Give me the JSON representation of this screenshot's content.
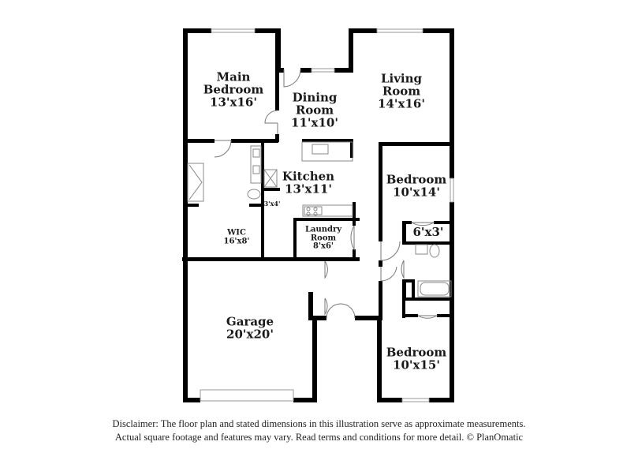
{
  "plan": {
    "rooms": [
      {
        "id": "main-bedroom",
        "name": "Main Bedroom",
        "dims": "13'x16'"
      },
      {
        "id": "dining-room",
        "name": "Dining Room",
        "dims": "11'x10'"
      },
      {
        "id": "living-room",
        "name": "Living Room",
        "dims": "14'x16'"
      },
      {
        "id": "kitchen",
        "name": "Kitchen",
        "dims": "13'x11'"
      },
      {
        "id": "bedroom-2",
        "name": "Bedroom",
        "dims": "10'x14'"
      },
      {
        "id": "closet-3x4",
        "name": "",
        "dims": "3'x4'"
      },
      {
        "id": "wic",
        "name": "WIC",
        "dims": "16'x8'"
      },
      {
        "id": "laundry-room",
        "name": "Laundry Room",
        "dims": "8'x6'"
      },
      {
        "id": "closet-6x3",
        "name": "",
        "dims": "6'x3'"
      },
      {
        "id": "garage",
        "name": "Garage",
        "dims": "20'x20'"
      },
      {
        "id": "bedroom-3",
        "name": "Bedroom",
        "dims": "10'x15'"
      }
    ],
    "labels": {
      "main_bedroom_1": "Main",
      "main_bedroom_2": "Bedroom",
      "main_bedroom_dims": "13'x16'",
      "dining_1": "Dining",
      "dining_2": "Room",
      "dining_dims": "11'x10'",
      "living_1": "Living",
      "living_2": "Room",
      "living_dims": "14'x16'",
      "kitchen_1": "Kitchen",
      "kitchen_dims": "13'x11'",
      "bedroom2_1": "Bedroom",
      "bedroom2_dims": "10'x14'",
      "closet_small": "3'x4'",
      "wic_1": "WIC",
      "wic_dims": "16'x8'",
      "laundry_1": "Laundry",
      "laundry_2": "Room",
      "laundry_dims": "8'x6'",
      "closet_6x3": "6'x3'",
      "garage_1": "Garage",
      "garage_dims": "20'x20'",
      "bedroom3_1": "Bedroom",
      "bedroom3_dims": "10'x15'"
    }
  },
  "disclaimer": {
    "line1": "Disclaimer: The floor plan and stated dimensions in this illustration serve as approximate measurements.",
    "line2": "Actual square footage and features may vary. Read terms and conditions for more detail. © PlanOmatic"
  },
  "colors": {
    "wall": "#000000",
    "window": "#cccccc",
    "fixture": "#888888"
  }
}
